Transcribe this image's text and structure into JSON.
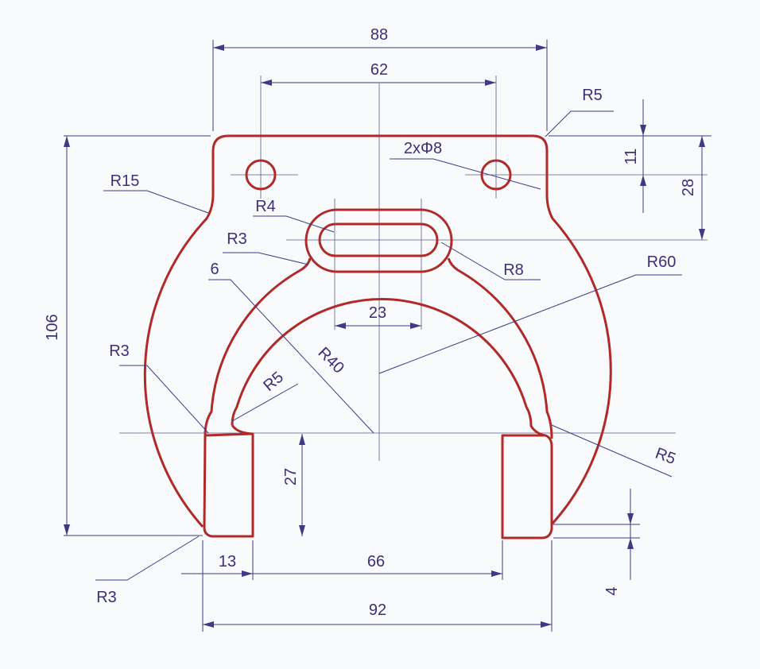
{
  "colors": {
    "outline": "#b02a2a",
    "dimension": "#3e3a86",
    "background": "#f9fafc"
  },
  "dimensions": {
    "overall_width_top": "88",
    "hole_spacing": "62",
    "top_right_radius": "R5",
    "holes": "2xΦ8",
    "hole_offset": "11",
    "slot_offset": "28",
    "shoulder_radius": "R15",
    "slot_inner_radius": "R4",
    "slot_fillet": "R3",
    "slot_outer_radius": "R8",
    "outer_arc_radius": "R60",
    "band_width": "6",
    "slot_length": "23",
    "inner_arc_radius": "R40",
    "inner_fillet_left": "R5",
    "foot_fillet_left": "R3",
    "overall_height": "106",
    "inner_fillet_right": "R5",
    "foot_height": "27",
    "foot_width": "13",
    "foot_gap": "66",
    "foot_step": "4",
    "bottom_fillet": "R3",
    "overall_width_bottom": "92"
  }
}
